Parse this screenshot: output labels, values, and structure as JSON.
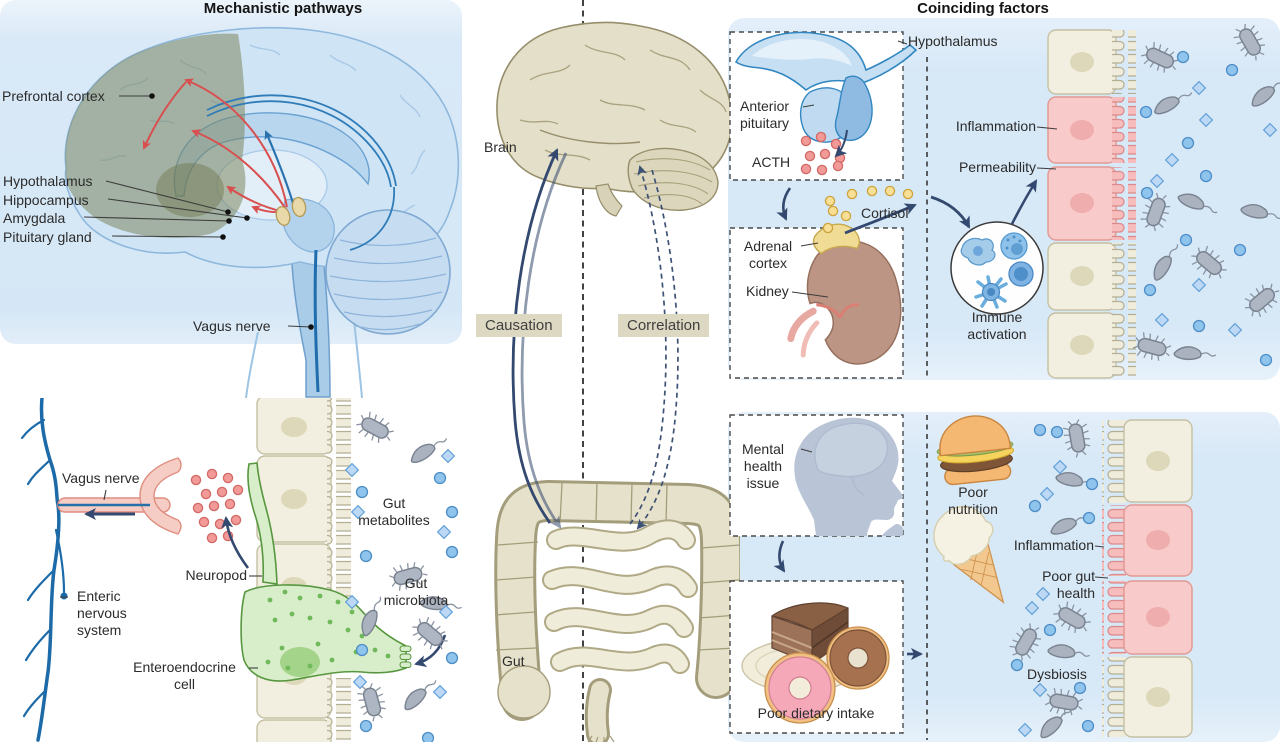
{
  "titles": {
    "mechanistic": "Mechanistic pathways",
    "coinciding": "Coinciding factors"
  },
  "brain_panel": {
    "prefrontal_cortex": "Prefrontal cortex",
    "hypothalamus": "Hypothalamus",
    "hippocampus": "Hippocampus",
    "amygdala": "Amygdala",
    "pituitary_gland": "Pituitary gland",
    "vagus_nerve": "Vagus nerve"
  },
  "gut_wall_panel": {
    "vagus_nerve": "Vagus nerve",
    "enteric_nervous_system": "Enteric nervous system",
    "neuropod": "Neuropod",
    "enteroendocrine_cell": "Enteroendocrine cell",
    "gut_metabolites": "Gut metabolites",
    "gut_microbiota": "Gut microbiota"
  },
  "center": {
    "brain": "Brain",
    "gut": "Gut",
    "causation": "Causation",
    "correlation": "Correlation"
  },
  "hpa_panel": {
    "hypothalamus": "Hypothalamus",
    "anterior_pituitary": "Anterior pituitary",
    "acth": "ACTH",
    "cortisol": "Cortisol",
    "adrenal_cortex": "Adrenal cortex",
    "kidney": "Kidney",
    "immune_activation": "Immune activation",
    "inflammation": "Inflammation",
    "permeability": "Permeability"
  },
  "lifestyle_panel": {
    "mental_health_issue": "Mental health issue",
    "poor_dietary_intake": "Poor dietary intake",
    "poor_nutrition": "Poor nutrition",
    "inflammation": "Inflammation",
    "poor_gut_health": "Poor gut health",
    "dysbiosis": "Dysbiosis"
  },
  "colors": {
    "panel_blue": "#d9e9f7",
    "label_tag_bg": "#ddd8c2",
    "arrow_navy": "#34496f",
    "pathway_red": "#d94f4f",
    "pathway_blue": "#2a72ae",
    "epithelium_cream": "#f2efe0",
    "inflamed_pink": "#f9caca",
    "eec_green": "#d8eeca",
    "bacteria_gray": "#aeb6c4",
    "metabolite_blue": "#8fc4ec",
    "cortisol_yellow": "#f8df96",
    "acth_red": "#f19a98",
    "organ_tan": "#e3dfc8"
  }
}
